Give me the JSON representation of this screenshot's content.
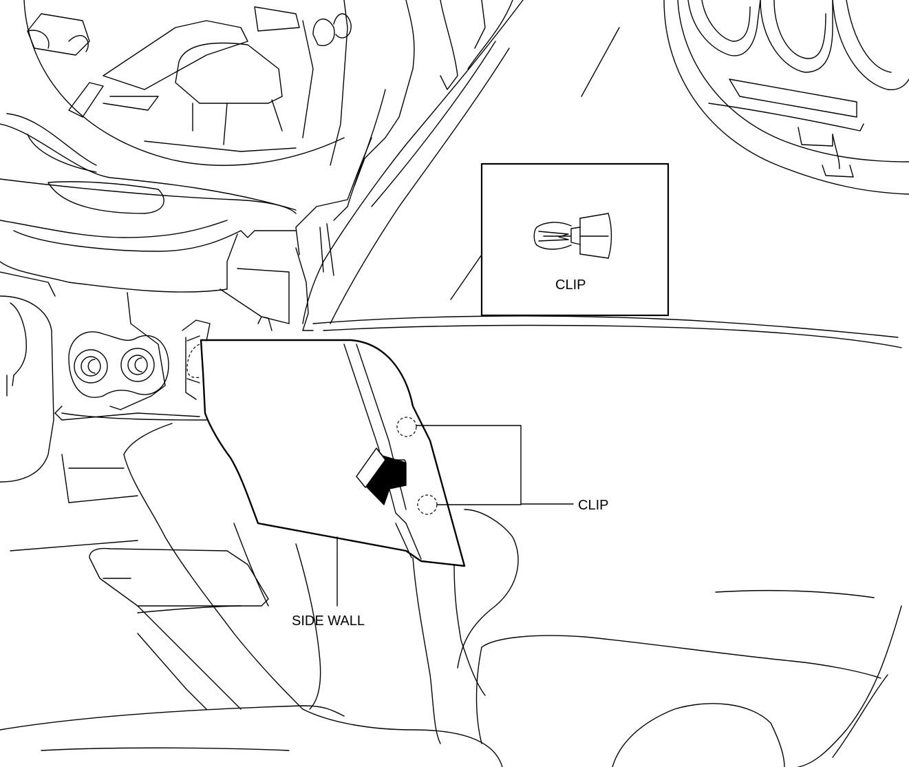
{
  "labels": {
    "clip_detail": "CLIP",
    "clip": "CLIP",
    "side_wall": "SIDE WALL"
  },
  "colors": {
    "line": "#000000",
    "background": "#ffffff"
  },
  "icons": {
    "direction_arrow": "removal-direction-arrow-icon",
    "clip_fastener": "push-clip-icon"
  }
}
